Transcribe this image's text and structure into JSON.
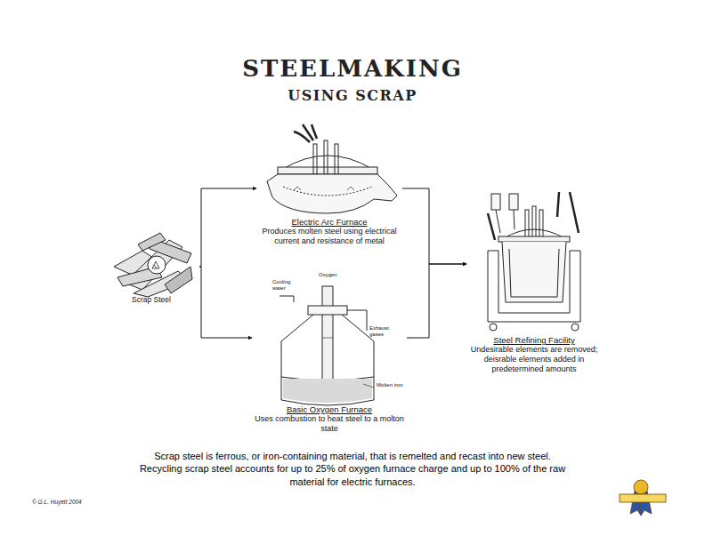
{
  "diagram": {
    "title": "STEELMAKING",
    "caption": "Scrap steel is ferrous, or iron-containing material, that is remelted and recast into new steel. Recycling scrap steel accounts for up to 25% of oxygen furnace charge and up to 100% of the raw material for electric furnaces.",
    "nodes": [
      {
        "text": [
          "Scrap Steel"
        ]
      },
      {
        "text": [
          "Electric Arc Furnace",
          "Produces molten steel using electrical current and resistance of metal"
        ]
      },
      {
        "text": [
          "Basic Oxygen Furnace",
          "Uses combustion to heat steel to a molton state"
        ]
      },
      {
        "text": [
          "Steel Refining Facility",
          "Undesirable elements are removed; deisrable elements added in predetermined amounts"
        ]
      }
    ],
    "edges": [
      {
        "from": 0,
        "to": 1,
        "arrow": "to"
      },
      {
        "from": 0,
        "to": 2,
        "arrow": "to"
      },
      {
        "from": 1,
        "to": 3,
        "arrow": "to"
      },
      {
        "from": 2,
        "to": 3,
        "arrow": "to"
      }
    ],
    "labels": [
      "USING SCRAP",
      "Cooling water",
      "Oxygen",
      "Exhaust gases",
      "Molten iron",
      "© G.L. Huyett 2004"
    ]
  }
}
